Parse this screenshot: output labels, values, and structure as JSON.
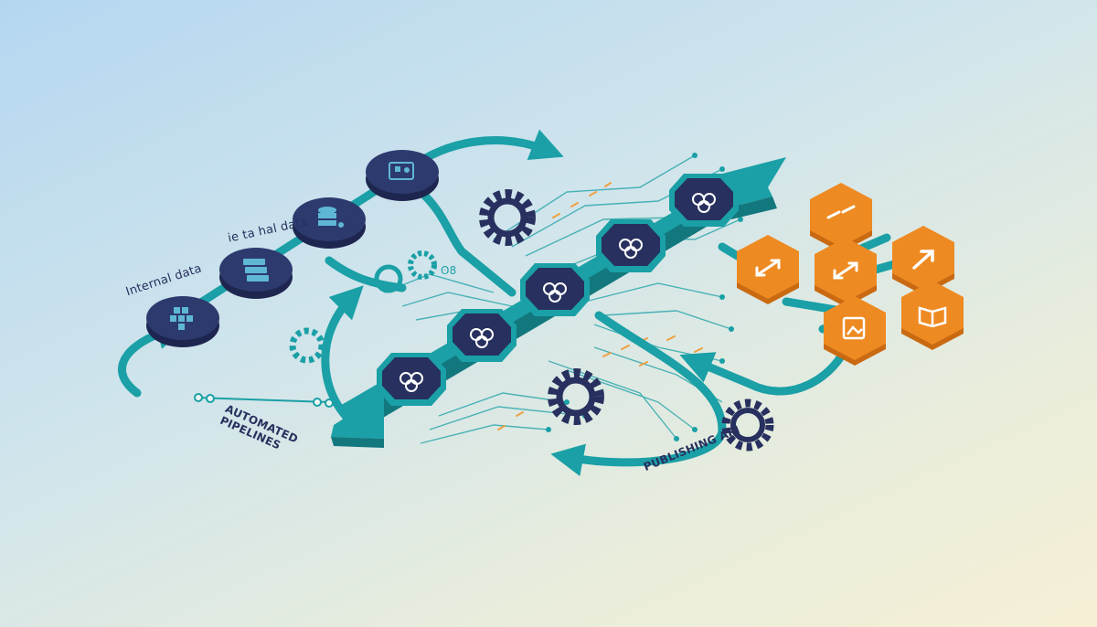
{
  "labels": {
    "internal_data": "Internal data",
    "external_data": "ie ta hal data",
    "automated_pipelines_line1": "AUTOMATED",
    "automated_pipelines_line2": "PIPELINES",
    "publishing_api": "PUBLISHING API",
    "small_marks": "ʘ8"
  },
  "colors": {
    "teal": "#1aa0a6",
    "teal_dark": "#12787e",
    "navy": "#27305e",
    "navy_top": "#2d3a6e",
    "orange": "#ee8a22",
    "orange_dark": "#c96a12",
    "spark": "#f0a040"
  },
  "icons": {
    "data_sources": [
      "grid-icon",
      "stack-icon",
      "database-icon",
      "server-icon"
    ],
    "pipeline_nodes": "link-icon",
    "outputs": [
      "double-arrow-icon",
      "swap-arrow-icon",
      "arrow-up-right-icon",
      "swap-arrow-icon",
      "media-icon",
      "book-icon"
    ]
  }
}
